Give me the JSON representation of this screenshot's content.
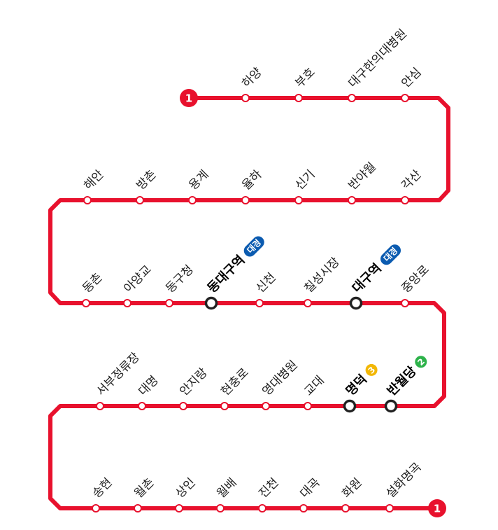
{
  "line": {
    "number": "1",
    "color": "#e8112d",
    "transfer_ring_color": "#222222"
  },
  "rows": [
    {
      "stations": [
        {
          "name": "하양"
        },
        {
          "name": "부호"
        },
        {
          "name": "대구한의대병원"
        },
        {
          "name": "안심"
        }
      ]
    },
    {
      "stations": [
        {
          "name": "각산"
        },
        {
          "name": "반야월"
        },
        {
          "name": "신기"
        },
        {
          "name": "율하"
        },
        {
          "name": "용계"
        },
        {
          "name": "방촌"
        },
        {
          "name": "해안"
        }
      ]
    },
    {
      "stations": [
        {
          "name": "동촌"
        },
        {
          "name": "아양교"
        },
        {
          "name": "동구청"
        },
        {
          "name": "동대구역",
          "transfer": true,
          "badge": {
            "text": "대경",
            "color": "#0b5bb0"
          }
        },
        {
          "name": "신천"
        },
        {
          "name": "칠성시장"
        },
        {
          "name": "대구역",
          "transfer": true,
          "badge": {
            "text": "대경",
            "color": "#0b5bb0"
          }
        },
        {
          "name": "중앙로"
        }
      ]
    },
    {
      "stations": [
        {
          "name": "반월당",
          "transfer": true,
          "badge": {
            "text": "2",
            "color": "#2db24a"
          }
        },
        {
          "name": "명덕",
          "transfer": true,
          "badge": {
            "text": "3",
            "color": "#f2b705"
          }
        },
        {
          "name": "교대"
        },
        {
          "name": "영대병원"
        },
        {
          "name": "현충로"
        },
        {
          "name": "안지랑"
        },
        {
          "name": "대명"
        },
        {
          "name": "서부정류장"
        }
      ]
    },
    {
      "stations": [
        {
          "name": "송현"
        },
        {
          "name": "월촌"
        },
        {
          "name": "상인"
        },
        {
          "name": "월배"
        },
        {
          "name": "진천"
        },
        {
          "name": "대곡"
        },
        {
          "name": "화원"
        },
        {
          "name": "설화명곡"
        }
      ]
    }
  ]
}
